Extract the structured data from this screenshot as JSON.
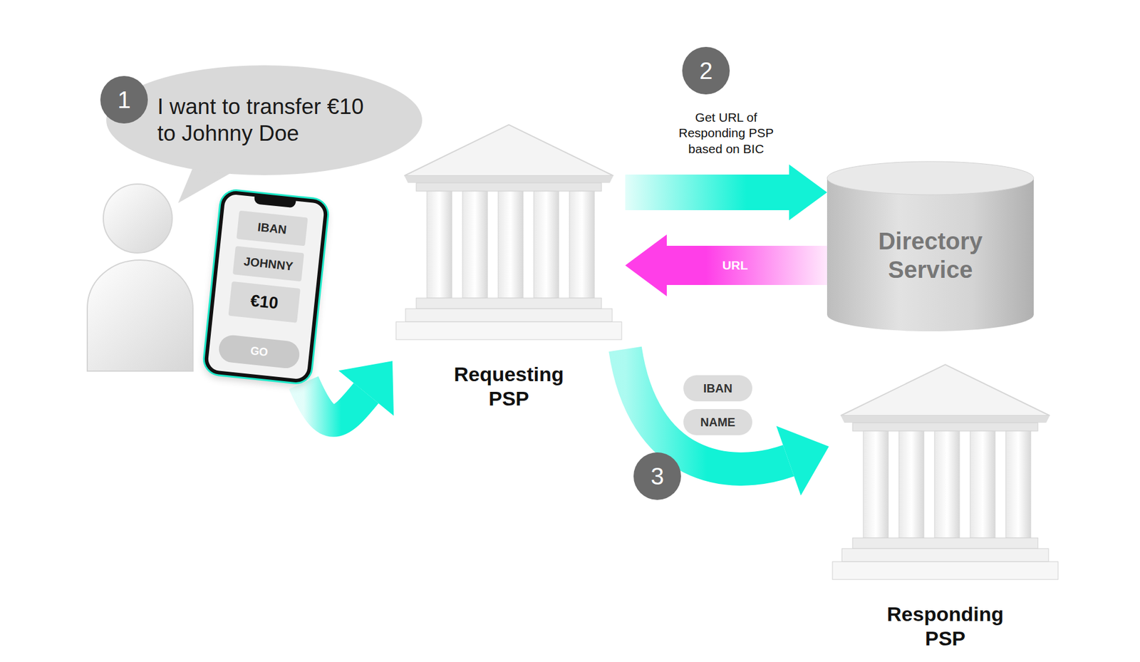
{
  "diagram": {
    "nodes": [
      {
        "text": [
          "I want to transfer €10 to Johnny Doe"
        ]
      },
      {
        "text": []
      },
      {
        "text": [
          "IBAN"
        ],
        "in": 1
      },
      {
        "text": [
          "JOHNNY"
        ],
        "in": 1
      },
      {
        "text": [
          "€10"
        ],
        "in": 1
      },
      {
        "text": [
          "GO"
        ],
        "in": 1
      },
      {
        "text": [
          "Requesting PSP"
        ]
      },
      {
        "text": [
          "Directory Service"
        ]
      },
      {
        "text": [
          "IBAN"
        ]
      },
      {
        "text": [
          "NAME"
        ]
      },
      {
        "text": [
          "Responding PSP"
        ]
      }
    ],
    "edges": [
      {
        "from": 1,
        "to": 6,
        "arrow": "to"
      },
      {
        "from": 6,
        "to": 7,
        "label": "Get URL of Responding PSP based on BIC",
        "arrow": "to"
      },
      {
        "from": 7,
        "to": 6,
        "label": "URL",
        "arrow": "to"
      },
      {
        "from": 6,
        "to": 10,
        "arrow": "to"
      }
    ],
    "labels": [
      "1",
      "2",
      "3"
    ]
  }
}
